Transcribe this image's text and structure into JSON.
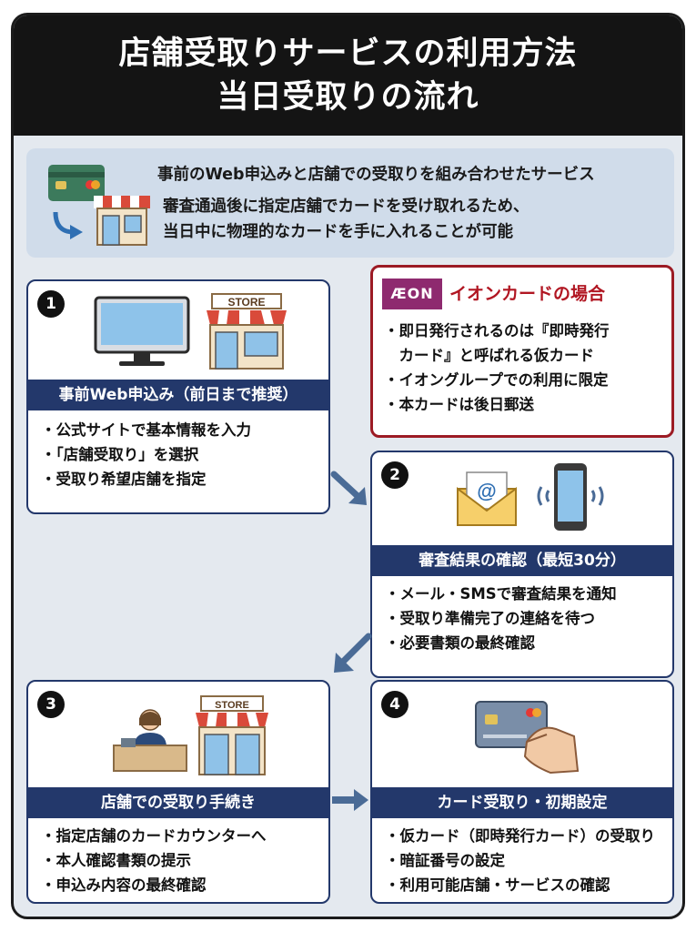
{
  "title": {
    "line1": "店舗受取りサービスの利用方法",
    "line2": "当日受取りの流れ"
  },
  "intro": {
    "line1": "事前のWeb申込みと店舗での受取りを組み合わせたサービス",
    "line2a": "審査通過後に指定店舗でカードを受け取れるため、",
    "line2b": "当日中に物理的なカードを手に入れることが可能",
    "icon": "card-to-store-icon"
  },
  "steps": [
    {
      "number": "1",
      "heading": "事前Web申込み（前日まで推奨）",
      "items": [
        "・公式サイトで基本情報を入力",
        "・「店舗受取り」を選択",
        "・受取り希望店舗を指定"
      ],
      "store_sign": "STORE",
      "icons": [
        "computer-monitor-icon",
        "store-icon"
      ]
    },
    {
      "number": "2",
      "heading": "審査結果の確認（最短30分）",
      "items": [
        "・メール・SMSで審査結果を通知",
        "・受取り準備完了の連絡を待つ",
        "・必要書類の最終確認"
      ],
      "icons": [
        "email-envelope-icon",
        "smartphone-icon"
      ]
    },
    {
      "number": "3",
      "heading": "店舗での受取り手続き",
      "items": [
        "・指定店舗のカードカウンターへ",
        "・本人確認書類の提示",
        "・申込み内容の最終確認"
      ],
      "store_sign": "STORE",
      "icons": [
        "clerk-counter-icon",
        "store-icon"
      ]
    },
    {
      "number": "4",
      "heading": "カード受取り・初期設定",
      "items": [
        "・仮カード（即時発行カード）の受取り",
        "・暗証番号の設定",
        "・利用可能店舗・サービスの確認"
      ],
      "icons": [
        "hand-holding-card-icon"
      ]
    }
  ],
  "aeon": {
    "logo": "ÆON",
    "title": "イオンカードの場合",
    "items": [
      "・即日発行されるのは『即時発行",
      "　カード』と呼ばれる仮カード",
      "・イオングループでの利用に限定",
      "・本カードは後日郵送"
    ]
  },
  "colors": {
    "navy": "#23386b",
    "aeon_red": "#b11622",
    "aeon_purple": "#8e2a6f",
    "background": "#e4e9ef",
    "intro_bg": "#d0dcea"
  }
}
